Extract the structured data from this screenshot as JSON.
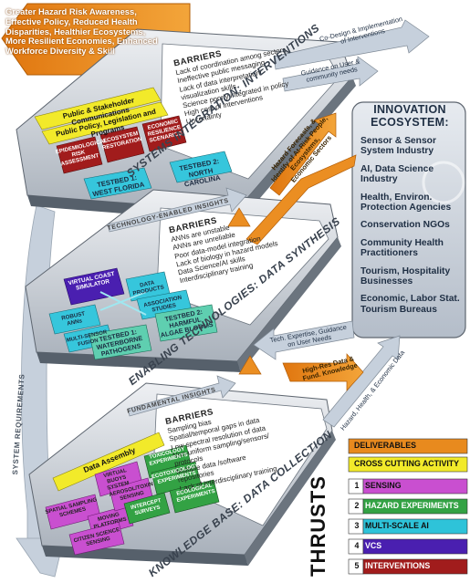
{
  "outcomes": [
    "Greater Hazard Risk Awareness,",
    "Effective Policy, Reduced Health",
    "Disparities, Healthier Ecosystems,",
    "More Resilient Economies, Enhanced",
    "Workforce Diversity & Skill"
  ],
  "top_right_arrows": {
    "codesign": [
      "Co-Design & Implementation",
      "of Interventions"
    ],
    "guidance": [
      "Guidance on User &",
      "community needs"
    ]
  },
  "interventions": {
    "barriers_title": "BARRIERS",
    "barriers": [
      "Lack of coordination among sectors",
      "Ineffective public messaging",
      "Lack of data interpretation/",
      "visualization skills",
      "Science poorly integrated in policy",
      "High cost of interventions",
      "Uncertainty"
    ],
    "public_comm": "Public & Stakeholder Communications",
    "public_policy": "Public Policy, Legislation and Programs",
    "epi": [
      "EPIDEMIOLOGICAL",
      "RISK",
      "ASSESSMENT"
    ],
    "eco_rest": [
      "ECOSYSTEM",
      "RESTORATION"
    ],
    "econ": [
      "ECONOMIC",
      "RESILIENCE",
      "SCENARIOS"
    ],
    "tb1": [
      "TESTBED 1:",
      "WEST FLORIDA"
    ],
    "tb2": [
      "TESTBED 2:",
      "NORTH CAROLINA"
    ],
    "title": "SYSTEMS INTEGRATION: INTERVENTIONS"
  },
  "tech_insights": "TECHNOLOGY-ENABLED INSIGHTS",
  "synthesis": {
    "barriers_title": "BARRIERS",
    "barriers": [
      "ANNs are unstable",
      "ANNs are unreliable",
      "Poor data-model integration",
      "Lack of biology in hazard models",
      "Data Science/AI skills",
      "Interdisciplinary training"
    ],
    "vcs": [
      "VIRTUAL COAST",
      "SIMULATOR"
    ],
    "data_products": [
      "DATA",
      "PRODUCTS"
    ],
    "robust": [
      "ROBUST",
      "ANNs"
    ],
    "multi_sensor": [
      "MULTI-SENSOR",
      "FUSION"
    ],
    "assoc": [
      "ASSOCIATION",
      "STUDIES"
    ],
    "tb1": [
      "TESTBED 1:",
      "WATERBORNE",
      "PATHOGENS"
    ],
    "tb2": [
      "TESTBED 2:",
      "HARMFUL",
      "ALGAE BLOOMS"
    ],
    "title": "ENABLING TECHNOLOGIES: DATA SYNTHESIS"
  },
  "fundamental_insights": "FUNDAMENTAL INSIGHTS",
  "collection": {
    "barriers_title": "BARRIERS",
    "barriers": [
      "Sampling bias",
      "Spatial/temporal gaps in data",
      "Low spectral resolution of data",
      "Non-uniform sampling/sensors/",
      "protocols",
      "Multiple data /software",
      "repositories",
      "Lack of interdisciplinary training"
    ],
    "data_assembly": "Data Assembly",
    "virtual_buoys": [
      "VIRTUAL BUOYS",
      "SYSTEM"
    ],
    "toxicology": [
      "TOXICOLOGY",
      "EXPERIMENTS"
    ],
    "spatial": [
      "SPATIAL SAMPLING",
      "SCHEMES"
    ],
    "aerosol": [
      "AEROSOL/TOXIN",
      "SENSING"
    ],
    "ecotox": [
      "ECOTOXICOLOGY",
      "EXPERIMENTS"
    ],
    "moving": [
      "MOVING",
      "PLATFORMS"
    ],
    "intercept": [
      "INTERCEPT",
      "SURVEYS"
    ],
    "ecological": [
      "ECOLOGICAL",
      "EXPERIMENTS"
    ],
    "citizen": [
      "CITIZEN SCIENCE",
      "SENSING"
    ],
    "title": "KNOWLEDGE BASE: DATA COLLECTION"
  },
  "system_requirements": "SYSTEM REQUIREMENTS",
  "ecosystem": {
    "title": [
      "INNOVATION",
      "ECOSYSTEM:"
    ],
    "items": [
      [
        "Sensor & Sensor",
        "System Industry"
      ],
      [
        "AI, Data Science",
        "Industry"
      ],
      [
        "Health, Environ.",
        "Protection Agencies"
      ],
      [
        "Conservation NGOs"
      ],
      [
        "Community Health",
        "Practitioners"
      ],
      [
        "Tourism, Hospitality",
        "Businesses"
      ],
      [
        "Economic, Labor Stat.",
        "Tourism Bureaus"
      ]
    ]
  },
  "mid_arrows": {
    "hazard_forecasts": [
      "Hazard Forecasts, &",
      "Identify of At-Risk People,",
      "Ecosystems,",
      "Economic Sectors"
    ],
    "tech_expertise": [
      "Tech. Expertise, Guidance",
      "on User Needs"
    ],
    "high_res": [
      "High-Res Data &",
      "Fund. Knowledge"
    ],
    "hazard_health": "Hazard, Health, & Economic Data"
  },
  "legend": {
    "thrusts": "THRUSTS",
    "deliverables": "DELIVERABLES",
    "cross_cutting": "CROSS CUTTING ACTIVITY",
    "rows": [
      {
        "num": "1",
        "label": "SENSING",
        "color": "#c94fd0"
      },
      {
        "num": "2",
        "label": "HAZARD EXPERIMENTS",
        "color": "#33a244"
      },
      {
        "num": "3",
        "label": "MULTI-SCALE AI",
        "color": "#2ec3d9"
      },
      {
        "num": "4",
        "label": "VCS",
        "color": "#4a1fb0"
      },
      {
        "num": "5",
        "label": "INTERVENTIONS",
        "color": "#a11c1c"
      }
    ],
    "deliverables_color": "#e88a1e",
    "cross_color": "#f2ea2a"
  }
}
